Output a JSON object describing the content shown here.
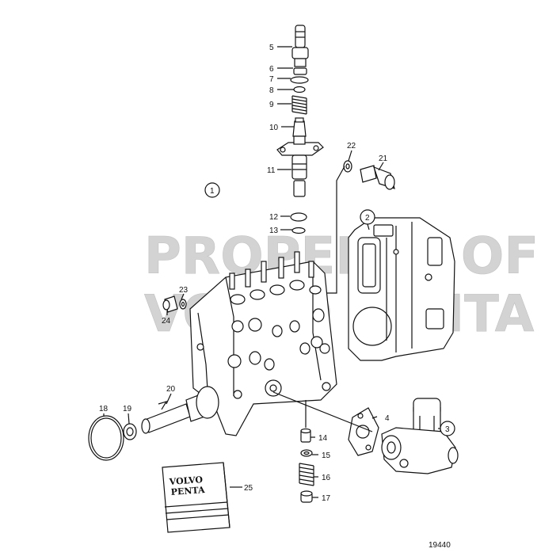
{
  "watermark": {
    "line1": "PROPERTY OF",
    "line2": "VOLVO PENTA"
  },
  "callouts": {
    "c1": "1",
    "c2": "2",
    "c3": "3",
    "c4": "4",
    "c5": "5",
    "c6": "6",
    "c7": "7",
    "c8": "8",
    "c9": "9",
    "c10": "10",
    "c11": "11",
    "c12": "12",
    "c13": "13",
    "c14": "14",
    "c15": "15",
    "c16": "16",
    "c17": "17",
    "c18": "18",
    "c19": "19",
    "c20": "20",
    "c21": "21",
    "c22": "22",
    "c23": "23",
    "c24": "24",
    "c25": "25"
  },
  "book": {
    "line1": "VOLVO",
    "line2": "PENTA"
  },
  "figure_number": "19440"
}
